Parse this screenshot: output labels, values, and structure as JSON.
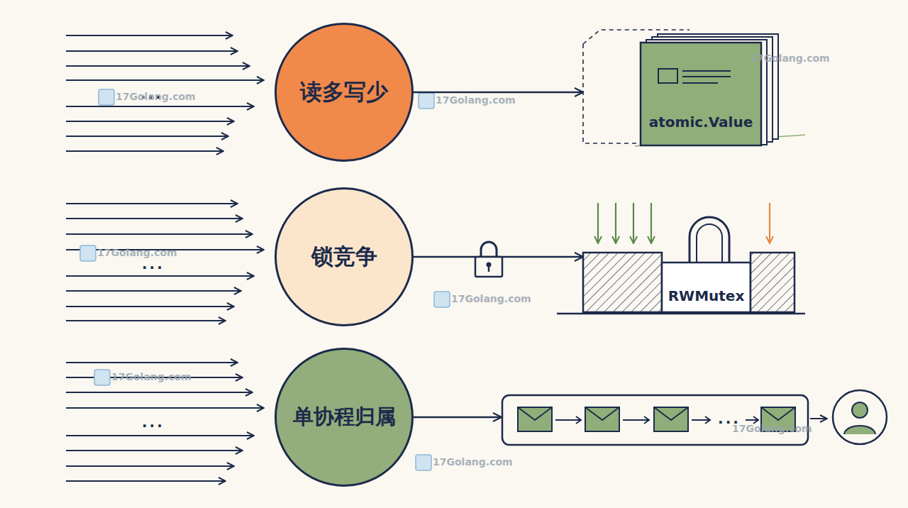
{
  "diagram": {
    "nodes": [
      {
        "text": [
          "读多写少"
        ]
      },
      {
        "text": [
          "atomic.Value"
        ]
      },
      {
        "text": [
          "锁竞争"
        ]
      },
      {
        "text": [
          "RWMutex"
        ]
      },
      {
        "text": [
          "单协程归属"
        ]
      },
      {
        "text": [
          "..."
        ]
      }
    ],
    "edges": [
      {
        "from": 0,
        "to": 1,
        "arrow": "to"
      },
      {
        "from": 2,
        "to": 3,
        "arrow": "to"
      },
      {
        "from": 4,
        "to": 5,
        "arrow": "to"
      }
    ],
    "labels": [
      "...",
      "...",
      "...",
      "17Golang.com",
      "17Golang.com",
      "17Golang.com",
      "17Golang.com",
      "17Golang.com",
      "17Golang.com",
      "17Golang.com",
      "17Golang.com"
    ]
  }
}
